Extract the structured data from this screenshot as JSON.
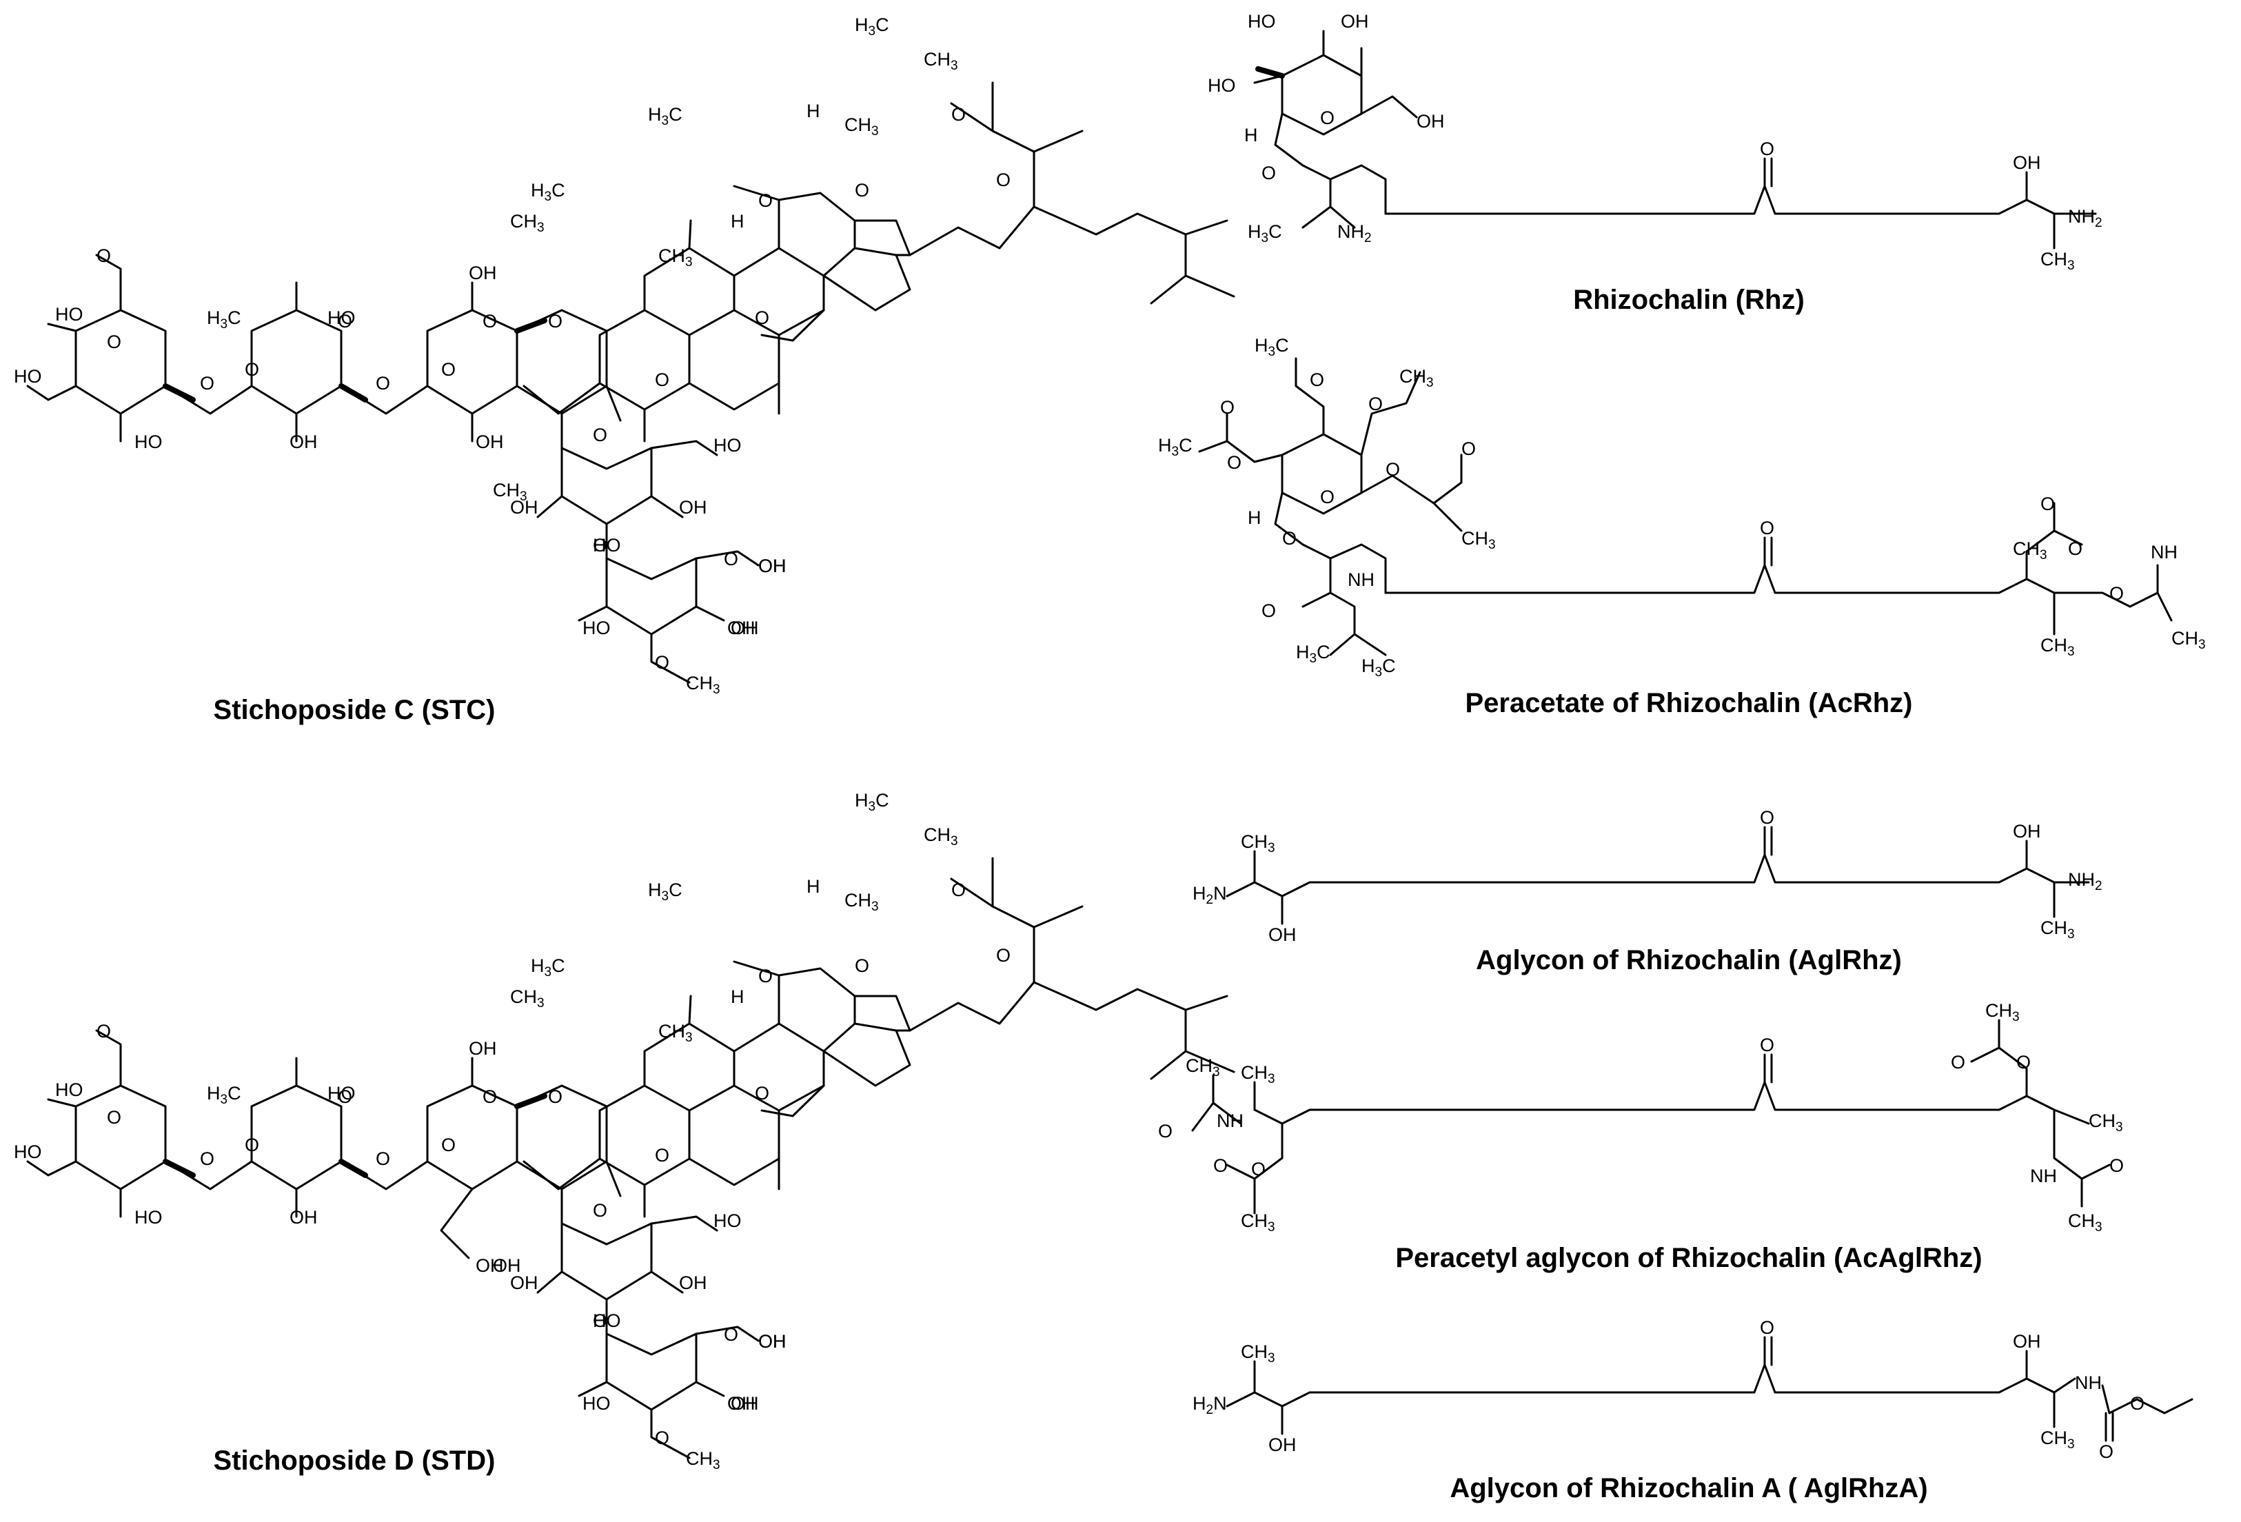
{
  "panels": [
    {
      "caption": "Stichoposide C (STC)",
      "labels": [
        "H3C",
        "CH3",
        "H",
        "CH3",
        "H3C",
        "H3C",
        "CH3",
        "CH3",
        "H",
        "O",
        "O",
        "O",
        "O",
        "O",
        "O",
        "O",
        "O",
        "O",
        "O",
        "O",
        "O",
        "O",
        "O",
        "O",
        "O",
        "O",
        "O",
        "HO",
        "HO",
        "H3C",
        "HO",
        "HO",
        "OH",
        "OH",
        "OH",
        "CH3",
        "HO",
        "OH",
        "OH",
        "HO",
        "OH",
        "OH",
        "HO",
        "OH",
        "OH",
        "CH3",
        "O"
      ]
    },
    {
      "caption": "Stichoposide D (STD)",
      "labels": [
        "H3C",
        "CH3",
        "H",
        "CH3",
        "H3C",
        "H3C",
        "CH3",
        "CH3",
        "H",
        "O",
        "O",
        "O",
        "O",
        "O",
        "O",
        "O",
        "O",
        "O",
        "O",
        "O",
        "O",
        "O",
        "O",
        "O",
        "O",
        "O",
        "O",
        "HO",
        "HO",
        "H3C",
        "HO",
        "HO",
        "OH",
        "OH",
        "OH",
        "OH",
        "HO",
        "OH",
        "OH",
        "HO",
        "OH",
        "OH",
        "HO",
        "OH",
        "OH",
        "CH3",
        "O"
      ]
    },
    {
      "caption": "Rhizochalin (Rhz)",
      "labels": [
        "HO",
        "OH",
        "HO",
        "O",
        "OH",
        "H",
        "O",
        "H3C",
        "NH2",
        "O",
        "OH",
        "NH2",
        "CH3"
      ]
    },
    {
      "caption": "Peracetate of Rhizochalin (AcRhz)",
      "labels": [
        "H3C",
        "CH3",
        "O",
        "O",
        "H3C",
        "O",
        "O",
        "O",
        "O",
        "CH3",
        "H",
        "O",
        "O",
        "O",
        "H3C",
        "NH",
        "H3C",
        "O",
        "O",
        "CH3",
        "O",
        "O",
        "NH",
        "CH3",
        "CH3",
        "O"
      ]
    },
    {
      "caption": "Aglycon of Rhizochalin (AglRhz)",
      "labels": [
        "CH3",
        "H2N",
        "OH",
        "O",
        "OH",
        "NH2",
        "CH3"
      ]
    },
    {
      "caption": "Peracetyl aglycon of Rhizochalin (AcAglRhz)",
      "labels": [
        "CH3",
        "CH3",
        "O",
        "NH",
        "O",
        "O",
        "CH3",
        "O",
        "CH3",
        "O",
        "O",
        "CH3",
        "NH",
        "O",
        "CH3"
      ]
    },
    {
      "caption": "Aglycon of Rhizochalin A ( AglRhzA)",
      "labels": [
        "CH3",
        "H2N",
        "OH",
        "O",
        "OH",
        "NH",
        "O",
        "CH3",
        "O"
      ]
    }
  ]
}
